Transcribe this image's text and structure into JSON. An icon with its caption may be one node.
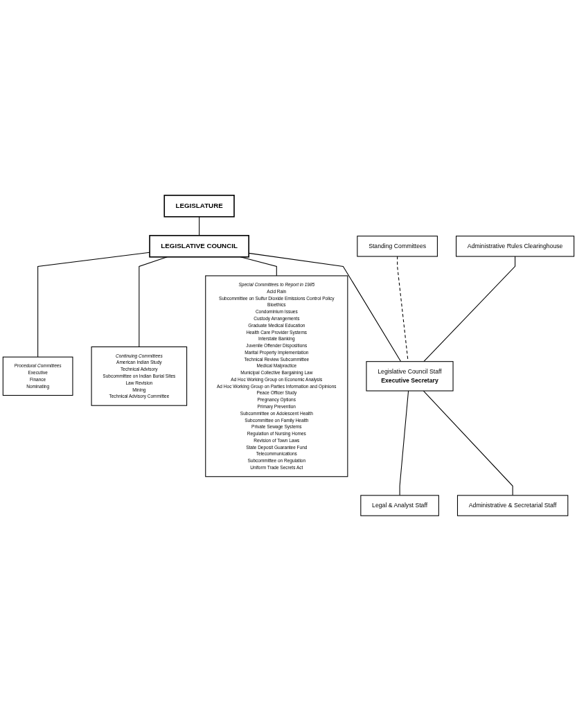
{
  "diagram": {
    "nodes": [
      {
        "text": [
          "LEGISLATURE"
        ]
      },
      {
        "text": [
          "Procedural Committees",
          "Executive",
          "Finance",
          "Nominating"
        ]
      },
      {
        "text": [
          "LEGISLATIVE COUNCIL"
        ]
      },
      {
        "text": [
          "Continuing Committees",
          "American Indian Study",
          "Technical Advisory",
          "Subcommittee on Indian Burial Sites",
          "Law Revision",
          "Mining",
          "Technical Advisory Committee"
        ]
      },
      {
        "text": [
          "Special Committees to Report in 1985",
          "Acid Rain",
          "Subcommittee on Sulfur Dioxide Emissions Control Policy",
          "Bioethics",
          "Condominium Issues",
          "Custody Arrangements",
          "Graduate Medical Education",
          "Health Care Provider Systems",
          "Interstate Banking",
          "Juvenile Offender Dispositions",
          "Marital Property Implementation",
          "Technical Review Subcommittee",
          "Medical Malpractice",
          "Municipal Collective Bargaining Law",
          "Ad Hoc Working Group on Economic Analysis",
          "Ad Hoc Working Group on Parties Information and Opinions",
          "Peace Officer Study",
          "Pregnancy Options",
          "Primary Prevention",
          "Subcommittee on Adolescent Health",
          "Subcommittee on Family Health",
          "Private Sewage Systems",
          "Regulation of Nursing Homes",
          "Revision of Town Laws",
          "State Deposit Guarantee Fund",
          "Telecommunications",
          "Subcommittee on Regulation",
          "Uniform Trade Secrets Act"
        ]
      },
      {
        "text": [
          "Standing Committees"
        ]
      },
      {
        "text": [
          "Legislative Council Staff",
          "Executive Secretary"
        ]
      },
      {
        "text": [
          "Administrative Rules Clearinghouse"
        ]
      },
      {
        "text": [
          "Legal & Analyst Staff"
        ]
      },
      {
        "text": [
          "Administrative & Secretarial Staff"
        ]
      }
    ],
    "edges": [
      {
        "from": 0,
        "to": 2,
        "arrow": "none"
      },
      {
        "from": 2,
        "to": 1,
        "arrow": "none"
      },
      {
        "from": 2,
        "to": 3,
        "arrow": "none"
      },
      {
        "from": 2,
        "to": 4,
        "arrow": "none"
      },
      {
        "from": 2,
        "to": 6,
        "arrow": "none"
      },
      {
        "from": 5,
        "to": 6,
        "arrow": "none",
        "style": "dashed"
      },
      {
        "from": 7,
        "to": 6,
        "arrow": "none"
      },
      {
        "from": 6,
        "to": 8,
        "arrow": "none"
      },
      {
        "from": 6,
        "to": 9,
        "arrow": "none"
      }
    ]
  }
}
